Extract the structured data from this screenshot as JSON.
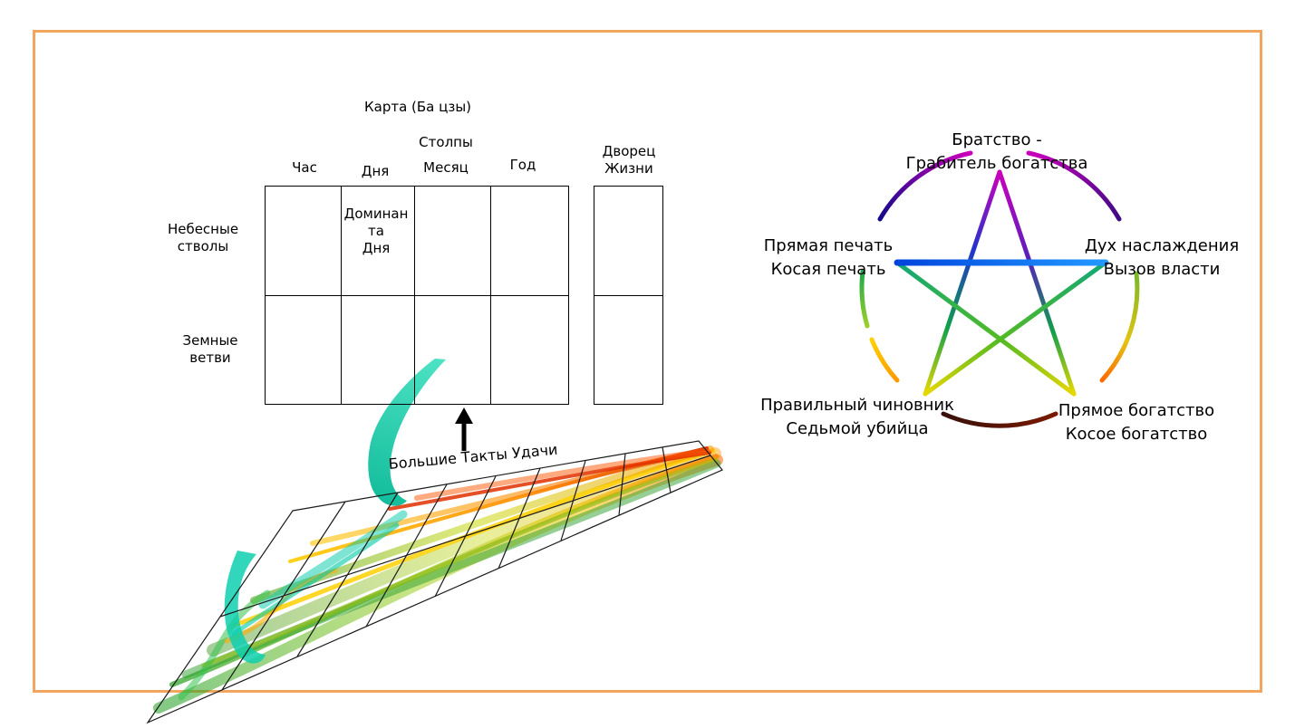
{
  "bazi_chart": {
    "title": "Карта (Ба цзы)",
    "pillars_header": "Столпы",
    "columns": {
      "hour": "Час",
      "day": "Дня",
      "month": "Месяц",
      "year": "Год"
    },
    "life_palace": {
      "line1": "Дворец",
      "line2": "Жизни"
    },
    "rows": {
      "heavenly_stems": {
        "line1": "Небесные",
        "line2": "стволы"
      },
      "earthly_branches": {
        "line1": "Земные",
        "line2": "ветви"
      }
    },
    "day_dominant": {
      "line1": "Доминан",
      "line2": "та",
      "line3": "Дня"
    }
  },
  "luck_timeline": {
    "arrow_label": "Большие Такты Удачи"
  },
  "ten_gods_star": {
    "top": {
      "line1": "Братство -",
      "line2": "Грабитель богатства"
    },
    "left": {
      "line1": "Прямая печать",
      "line2": "Косая печать"
    },
    "right": {
      "line1": "Дух наслаждения",
      "line2": "Вызов власти"
    },
    "bottom_left": {
      "line1": "Правильный чиновник",
      "line2": "Седьмой убийца"
    },
    "bottom_right": {
      "line1": "Прямое богатство",
      "line2": "Косое богатство"
    }
  },
  "colors": {
    "frame_border": "#f2a55f",
    "ribbon_teal": "#00c9a7",
    "star_line_blue": "#1155ee",
    "arrow": "#000000",
    "grid_line": "#1a1a1a"
  }
}
